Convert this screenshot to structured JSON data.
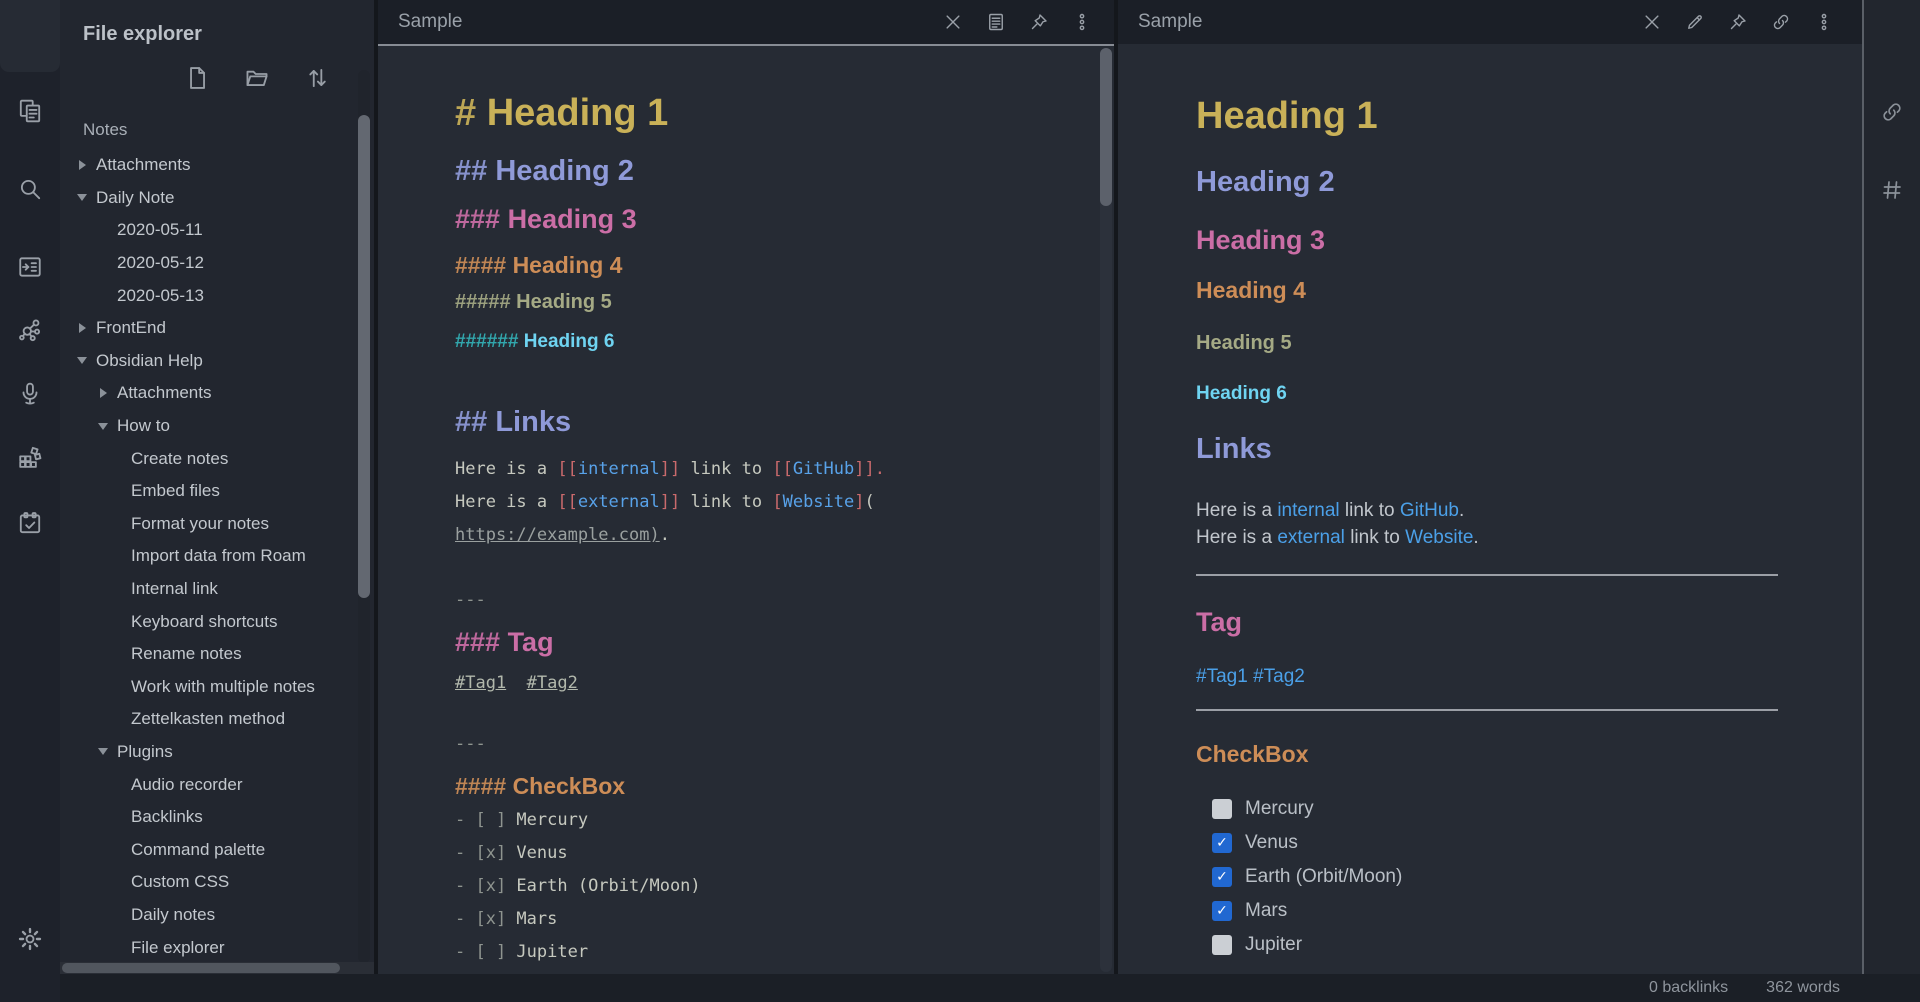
{
  "ribbon": {
    "icons": [
      "documents",
      "search",
      "insert-template",
      "graph",
      "microphone",
      "random-note",
      "daily-note"
    ],
    "settings_icon": "settings"
  },
  "file_explorer": {
    "title": "File explorer",
    "action_icons": [
      "new-note",
      "new-folder",
      "change-sort-order"
    ],
    "root_label": "Notes",
    "tree": [
      {
        "label": "Attachments",
        "depth": 0,
        "arrow": "right"
      },
      {
        "label": "Daily Note",
        "depth": 0,
        "arrow": "down"
      },
      {
        "label": "2020-05-11",
        "depth": 1,
        "arrow": null
      },
      {
        "label": "2020-05-12",
        "depth": 1,
        "arrow": null
      },
      {
        "label": "2020-05-13",
        "depth": 1,
        "arrow": null
      },
      {
        "label": "FrontEnd",
        "depth": 0,
        "arrow": "right"
      },
      {
        "label": "Obsidian Help",
        "depth": 0,
        "arrow": "down"
      },
      {
        "label": "Attachments",
        "depth": 1,
        "arrow": "right"
      },
      {
        "label": "How to",
        "depth": 1,
        "arrow": "down"
      },
      {
        "label": "Create notes",
        "depth": 2,
        "arrow": null
      },
      {
        "label": "Embed files",
        "depth": 2,
        "arrow": null
      },
      {
        "label": "Format your notes",
        "depth": 2,
        "arrow": null
      },
      {
        "label": "Import data from Roam",
        "depth": 2,
        "arrow": null
      },
      {
        "label": "Internal link",
        "depth": 2,
        "arrow": null
      },
      {
        "label": "Keyboard shortcuts",
        "depth": 2,
        "arrow": null
      },
      {
        "label": "Rename notes",
        "depth": 2,
        "arrow": null
      },
      {
        "label": "Work with multiple notes",
        "depth": 2,
        "arrow": null
      },
      {
        "label": "Zettelkasten method",
        "depth": 2,
        "arrow": null
      },
      {
        "label": "Plugins",
        "depth": 1,
        "arrow": "down"
      },
      {
        "label": "Audio recorder",
        "depth": 2,
        "arrow": null
      },
      {
        "label": "Backlinks",
        "depth": 2,
        "arrow": null
      },
      {
        "label": "Command palette",
        "depth": 2,
        "arrow": null
      },
      {
        "label": "Custom CSS",
        "depth": 2,
        "arrow": null
      },
      {
        "label": "Daily notes",
        "depth": 2,
        "arrow": null
      },
      {
        "label": "File explorer",
        "depth": 2,
        "arrow": null
      }
    ]
  },
  "center_pane": {
    "title": "Sample",
    "icons": [
      "close",
      "reading-view",
      "pin",
      "more-options"
    ],
    "blocks": [
      {
        "type": "h1",
        "hashes": "#",
        "text": "Heading 1"
      },
      {
        "type": "h2",
        "hashes": "##",
        "text": "Heading 2"
      },
      {
        "type": "h3",
        "hashes": "###",
        "text": "Heading 3"
      },
      {
        "type": "h4",
        "hashes": "####",
        "text": "Heading 4"
      },
      {
        "type": "h5",
        "hashes": "#####",
        "text": "Heading 5"
      },
      {
        "type": "h6",
        "hashes": "######",
        "text": "Heading 6"
      },
      {
        "type": "h2",
        "hashes": "##",
        "text": "Links"
      },
      {
        "type": "line",
        "tokens": [
          [
            "t",
            "Here is a "
          ],
          [
            "br",
            "[["
          ],
          [
            "lk",
            "internal"
          ],
          [
            "br",
            "]]"
          ],
          [
            "t",
            " link to "
          ],
          [
            "br",
            "[["
          ],
          [
            "lk",
            "GitHub"
          ],
          [
            "br",
            "]]"
          ],
          [
            "br",
            "."
          ]
        ]
      },
      {
        "type": "line",
        "tokens": [
          [
            "t",
            "Here is a "
          ],
          [
            "br",
            "[["
          ],
          [
            "lk",
            "external"
          ],
          [
            "br",
            "]]"
          ],
          [
            "t",
            " link to "
          ],
          [
            "br",
            "["
          ],
          [
            "lk",
            "Website"
          ],
          [
            "br",
            "]"
          ],
          [
            "t",
            "("
          ]
        ]
      },
      {
        "type": "line",
        "tokens": [
          [
            "url",
            "https://example.com)"
          ],
          [
            "t",
            "."
          ]
        ]
      },
      {
        "type": "line",
        "tokens": [
          [
            "dim",
            "---"
          ]
        ]
      },
      {
        "type": "h3",
        "hashes": "###",
        "text": "Tag"
      },
      {
        "type": "line",
        "tokens": [
          [
            "tag",
            "#Tag1"
          ],
          [
            "t",
            "  "
          ],
          [
            "tag",
            "#Tag2"
          ]
        ]
      },
      {
        "type": "line",
        "tokens": [
          [
            "dim",
            "---"
          ]
        ]
      },
      {
        "type": "h4",
        "hashes": "####",
        "text": "CheckBox"
      },
      {
        "type": "line",
        "tokens": [
          [
            "dim",
            "- [ ] "
          ],
          [
            "t",
            "Mercury"
          ]
        ]
      },
      {
        "type": "line",
        "tokens": [
          [
            "dim",
            "- [x] "
          ],
          [
            "t",
            "Venus"
          ]
        ]
      },
      {
        "type": "line",
        "tokens": [
          [
            "dim",
            "- [x] "
          ],
          [
            "t",
            "Earth (Orbit/Moon)"
          ]
        ]
      },
      {
        "type": "line",
        "tokens": [
          [
            "dim",
            "- [x] "
          ],
          [
            "t",
            "Mars"
          ]
        ]
      },
      {
        "type": "line",
        "tokens": [
          [
            "dim",
            "- [ ] "
          ],
          [
            "t",
            "Jupiter"
          ]
        ]
      }
    ]
  },
  "right_pane": {
    "title": "Sample",
    "icons": [
      "close",
      "edit-view",
      "pin",
      "link",
      "more-options"
    ],
    "blocks": [
      {
        "type": "h1",
        "text": "Heading 1"
      },
      {
        "type": "h2",
        "text": "Heading 2"
      },
      {
        "type": "h3",
        "text": "Heading 3"
      },
      {
        "type": "h4",
        "text": "Heading 4"
      },
      {
        "type": "h5",
        "text": "Heading 5"
      },
      {
        "type": "h6",
        "text": "Heading 6"
      },
      {
        "type": "h2",
        "text": "Links"
      },
      {
        "type": "p",
        "tokens": [
          [
            "t",
            "Here is a "
          ],
          [
            "a",
            "internal"
          ],
          [
            "t",
            " link to "
          ],
          [
            "a",
            "GitHub"
          ],
          [
            "t",
            "."
          ]
        ]
      },
      {
        "type": "p",
        "tokens": [
          [
            "t",
            "Here is a "
          ],
          [
            "a",
            "external"
          ],
          [
            "t",
            " link to "
          ],
          [
            "a",
            "Website"
          ],
          [
            "t",
            "."
          ]
        ]
      },
      {
        "type": "hr"
      },
      {
        "type": "h3",
        "text": "Tag"
      },
      {
        "type": "p",
        "tokens": [
          [
            "a",
            "#Tag1"
          ],
          [
            "t",
            " "
          ],
          [
            "a",
            "#Tag2"
          ]
        ]
      },
      {
        "type": "hr"
      },
      {
        "type": "h4",
        "text": "CheckBox"
      },
      {
        "type": "check",
        "checked": false,
        "text": "Mercury"
      },
      {
        "type": "check",
        "checked": true,
        "text": "Venus"
      },
      {
        "type": "check",
        "checked": true,
        "text": "Earth (Orbit/Moon)"
      },
      {
        "type": "check",
        "checked": true,
        "text": "Mars"
      },
      {
        "type": "check",
        "checked": false,
        "text": "Jupiter"
      }
    ]
  },
  "right_edge": {
    "icons": [
      "link",
      "tags"
    ]
  },
  "status_bar": {
    "backlinks": "0 backlinks",
    "words": "362 words"
  },
  "colors": {
    "h1": "#c9b158",
    "h2": "#8f9ad8",
    "h3": "#cb6ea6",
    "h4": "#cd8d57",
    "h5": "#a5aa85",
    "h6": "#6fd4f1",
    "link": "#4ba0e8",
    "bracket": "#c96a6c",
    "checkbox_checked": "#2168d1",
    "pane_bg": "#262b34",
    "sidebar_bg": "#22262f"
  }
}
